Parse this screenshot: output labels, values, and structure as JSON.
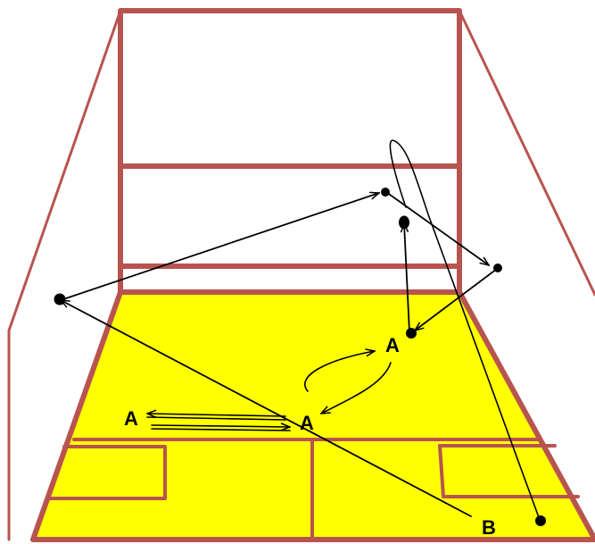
{
  "labels": {
    "player_a_back": "A",
    "player_a_middle": "A",
    "player_a_left": "A",
    "player_b": "B"
  },
  "colors": {
    "court_line": "#b85450",
    "floor": "#ffff00",
    "path": "#000000",
    "background": "#ffffff"
  }
}
